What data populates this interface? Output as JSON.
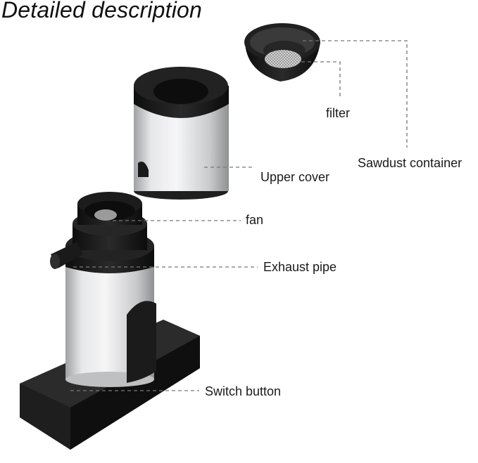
{
  "title": "Detailed description",
  "labels": {
    "filter": "filter",
    "sawdust_container": "Sawdust container",
    "upper_cover": "Upper cover",
    "fan": "fan",
    "exhaust_pipe": "Exhaust pipe",
    "switch_button": "Switch button"
  },
  "colors": {
    "black_part": "#1c1c1c",
    "silver_body": "#cfd0d2",
    "leader_line": "#777777"
  }
}
